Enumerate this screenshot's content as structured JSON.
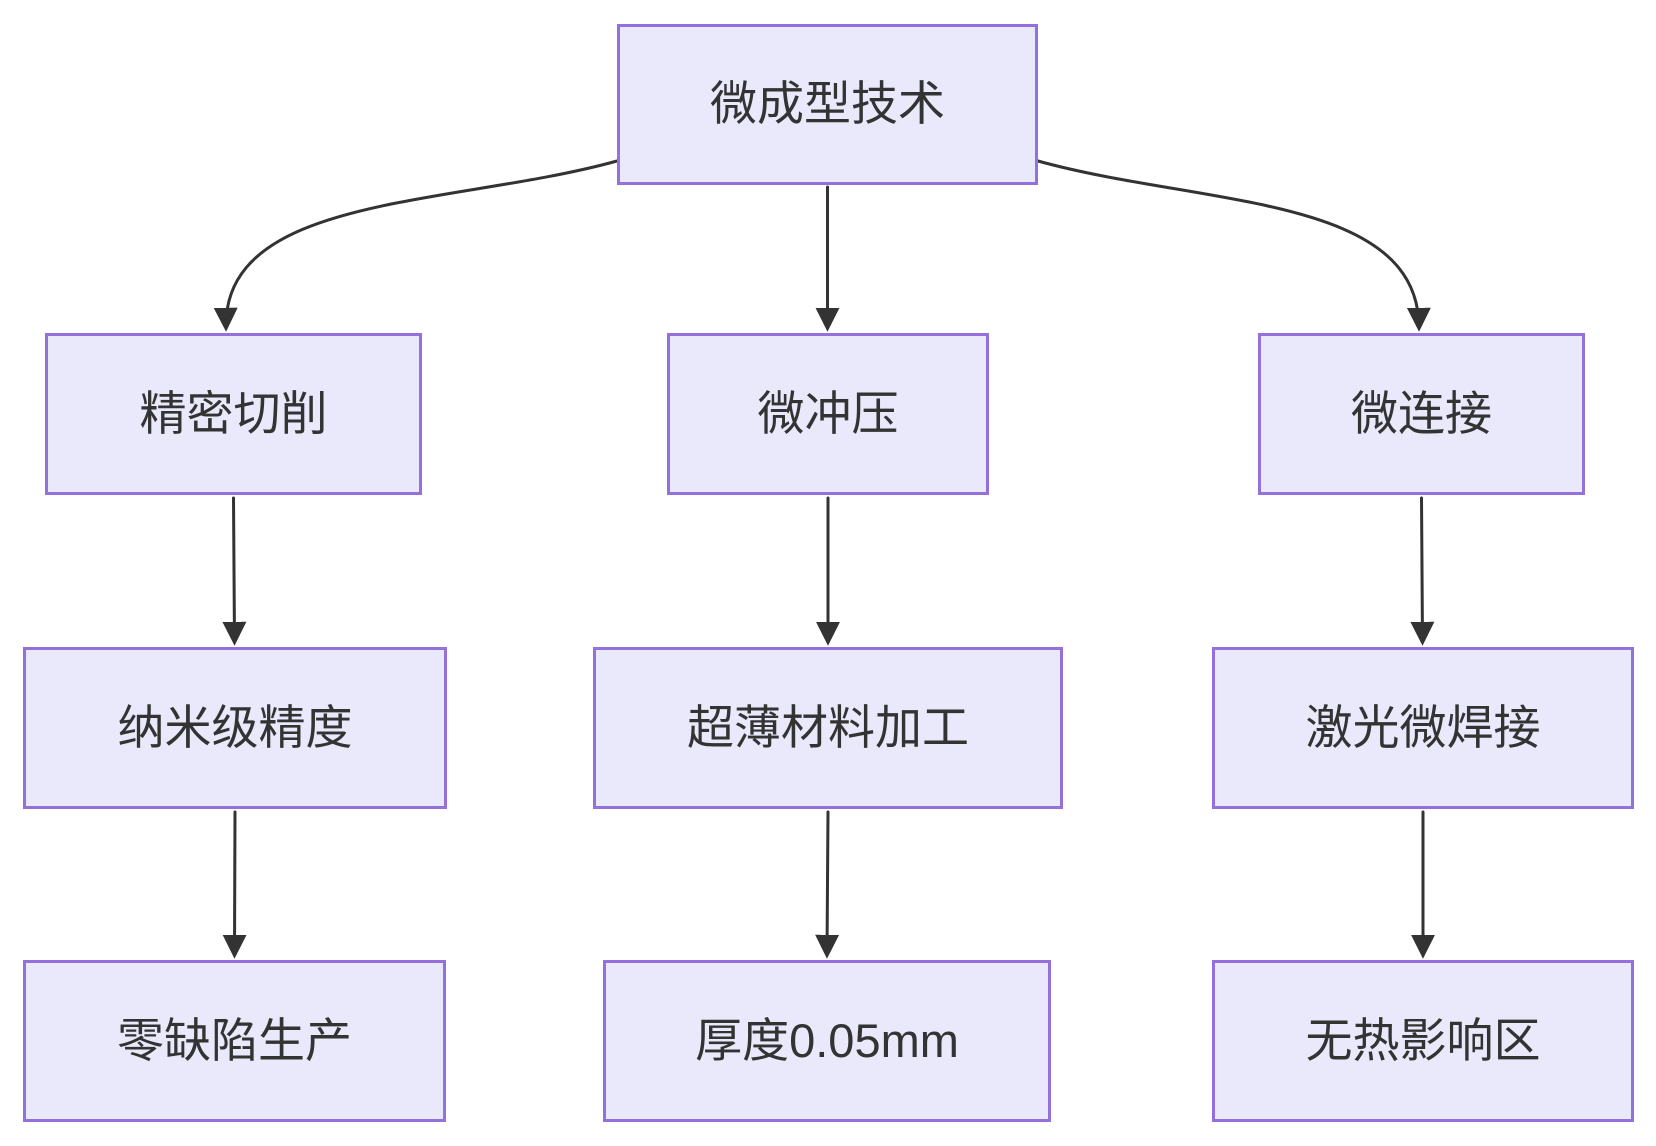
{
  "diagram": {
    "type": "flowchart",
    "direction": "top-down"
  },
  "nodes": {
    "root": {
      "label": "微成型技术"
    },
    "a1": {
      "label": "精密切削"
    },
    "b1": {
      "label": "微冲压"
    },
    "c1": {
      "label": "微连接"
    },
    "a2": {
      "label": "纳米级精度"
    },
    "b2": {
      "label": "超薄材料加工"
    },
    "c2": {
      "label": "激光微焊接"
    },
    "a3": {
      "label": "零缺陷生产"
    },
    "b3": {
      "label": "厚度0.05mm"
    },
    "c3": {
      "label": "无热影响区"
    }
  },
  "edges": [
    {
      "from": "微成型技术",
      "to": "精密切削"
    },
    {
      "from": "微成型技术",
      "to": "微冲压"
    },
    {
      "from": "微成型技术",
      "to": "微连接"
    },
    {
      "from": "精密切削",
      "to": "纳米级精度"
    },
    {
      "from": "微冲压",
      "to": "超薄材料加工"
    },
    {
      "from": "微连接",
      "to": "激光微焊接"
    },
    {
      "from": "纳米级精度",
      "to": "零缺陷生产"
    },
    {
      "from": "超薄材料加工",
      "to": "厚度0.05mm"
    },
    {
      "from": "激光微焊接",
      "to": "无热影响区"
    }
  ],
  "colors": {
    "node_fill": "#E9E9FB",
    "node_border": "#9370DB",
    "label_text": "#333333",
    "arrow": "#333333",
    "background": "#FFFFFF"
  }
}
